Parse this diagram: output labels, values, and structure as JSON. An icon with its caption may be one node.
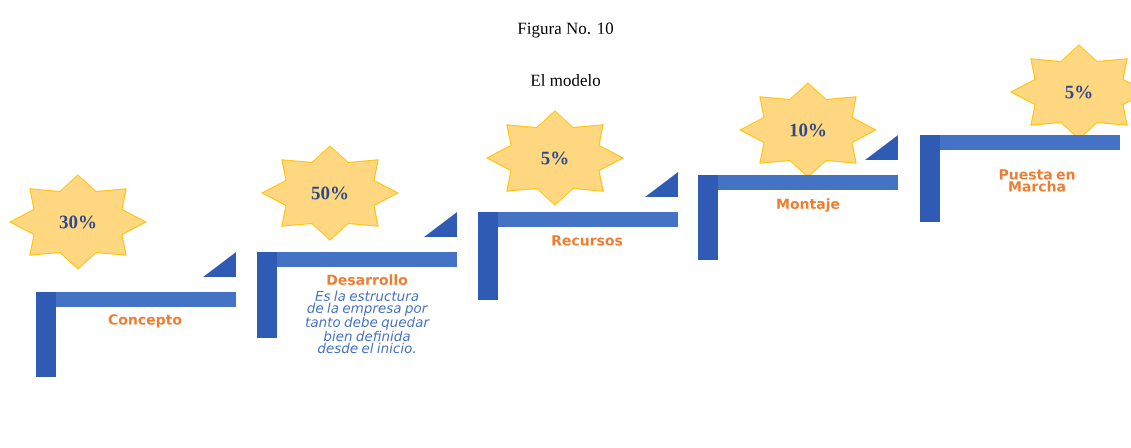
{
  "diagram": {
    "title": "Figura No. 10",
    "nodes": [
      {
        "text": [
          "30%"
        ]
      },
      {
        "text": [
          "Concepto"
        ]
      },
      {
        "text": [
          "50%"
        ]
      },
      {
        "text": [
          "Desarrollo",
          "Es la estructura de la empresa por tanto debe quedar bien definida desde el inicio."
        ]
      },
      {
        "text": [
          "5%"
        ]
      },
      {
        "text": [
          "Recursos"
        ]
      },
      {
        "text": [
          "10%"
        ]
      },
      {
        "text": [
          "Montaje"
        ]
      },
      {
        "text": [
          "5%"
        ]
      },
      {
        "text": [
          "Puesta en Marcha"
        ]
      }
    ],
    "labels": [
      "El modelo"
    ]
  }
}
